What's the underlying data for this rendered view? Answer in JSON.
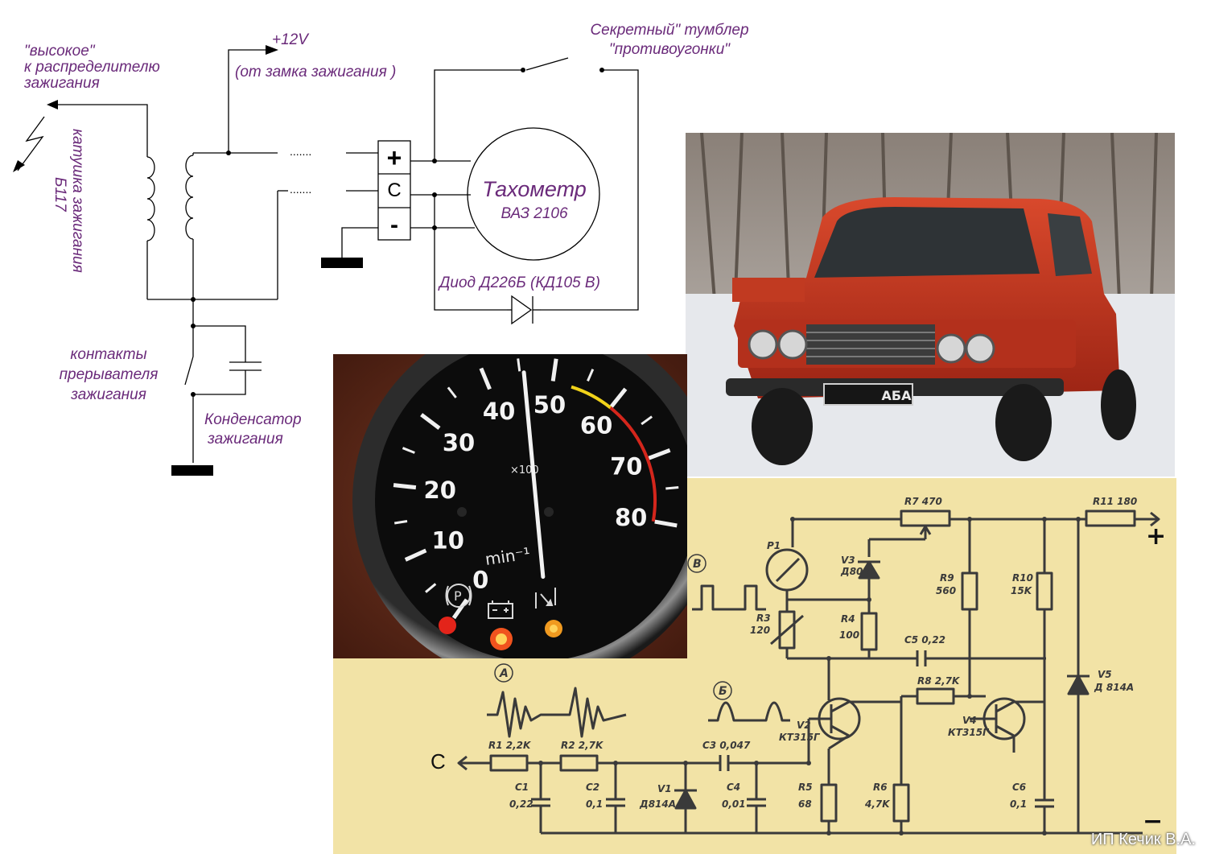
{
  "wiring": {
    "high_voltage_label": [
      "\"высокое\"",
      "к  распределителю",
      "зажигания"
    ],
    "coil_label": [
      "катушка зажигания",
      "Б117"
    ],
    "plus12_label": "+12V",
    "from_lock_label": "(от замка зажигания )",
    "secret_switch_label": [
      "Секретный\"  тумблер",
      "\"противоугонки\""
    ],
    "terminal_plus": "+",
    "terminal_c": "С",
    "terminal_minus": "-",
    "tacho_title": "Тахометр",
    "tacho_model": "ВАЗ 2106",
    "diode_label": "Диод Д226Б (КД105 В)",
    "breaker_label": [
      "контакты",
      "прерывателя",
      "зажигания"
    ],
    "capacitor_label": [
      "Конденсатор",
      "зажигания"
    ],
    "dots": "......."
  },
  "gauge": {
    "scale": [
      "0",
      "10",
      "20",
      "30",
      "40",
      "50",
      "60",
      "70",
      "80"
    ],
    "multiplier": "×100",
    "unit": "min⁻¹",
    "needle_value": 0.57,
    "colors": {
      "face": "#0c0c0c",
      "yellow_zone": "#f0d21a",
      "red_zone": "#d4261c",
      "needle": "#f2f2f2"
    },
    "warning_icons": [
      "parking-brake-icon",
      "battery-icon",
      "fuel-reserve-icon"
    ]
  },
  "photo": {
    "plate_text": "АБА",
    "car_color": "#c8361f"
  },
  "board": {
    "components": {
      "r7": "R7 470",
      "r11": "R11 180",
      "p1": "P1",
      "v3": [
        "V3",
        "Д803"
      ],
      "r3": [
        "R3",
        "120"
      ],
      "r4": [
        "R4",
        "100"
      ],
      "r9": [
        "R9",
        "560"
      ],
      "r10": [
        "R10",
        "15K"
      ],
      "c5": "C5 0,22",
      "r8": "R8 2,7K",
      "v2": [
        "V2",
        "КТ315Г"
      ],
      "v4": [
        "V4",
        "КТ315Г"
      ],
      "v5": [
        "V5",
        "Д 814А"
      ],
      "r1": "R1 2,2K",
      "r2": "R2 2,7K",
      "c3": "C3 0,047",
      "c1": [
        "C1",
        "0,22"
      ],
      "c2": [
        "C2",
        "0,1"
      ],
      "v1": [
        "V1",
        "Д814А"
      ],
      "c4": [
        "C4",
        "0,01"
      ],
      "r5": [
        "R5",
        "68"
      ],
      "r6": [
        "R6",
        "4,7K"
      ],
      "c6": [
        "C6",
        "0,1"
      ]
    },
    "mark_a": "А",
    "mark_b": "Б",
    "mark_v": "В",
    "plus": "+",
    "minus": "−",
    "input_c": "С",
    "colors": {
      "paper": "#f2e3a6",
      "ink": "#3a3a3a"
    }
  },
  "watermark": "ИП Кечик В.А."
}
